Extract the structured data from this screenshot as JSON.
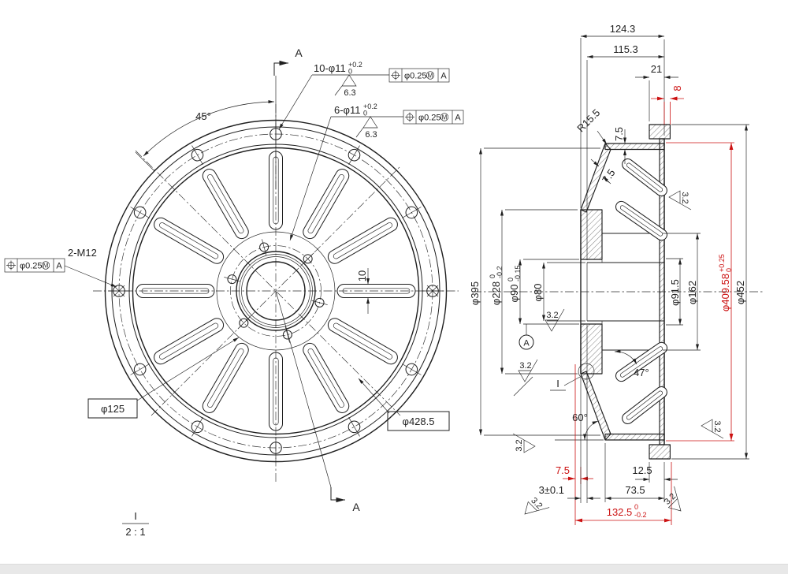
{
  "drawing": {
    "front_view": {
      "angle_45": "45°",
      "holes_outer": {
        "label": "10-φ11",
        "tol_up": "+0.2",
        "tol_dn": "0"
      },
      "holes_hub": {
        "label": "6-φ11",
        "tol_up": "+0.2",
        "tol_dn": "0"
      },
      "holes_m12": {
        "label": "2-M12"
      },
      "finish_6_3": "6.3",
      "gdt": {
        "tolerance": "φ0.25",
        "modifier": "M",
        "datum": "A"
      },
      "bolt_circle_hub": "φ125",
      "bolt_circle_outer": "φ428.5",
      "rib_width": "10",
      "section_label": "A",
      "detail_label": "I",
      "detail_scale": "2 : 1"
    },
    "section_view": {
      "width_overall": "124.3",
      "width_inner": "115.3",
      "flange_thickness": "21",
      "lip_offset": "8",
      "fillet": "R15.5",
      "web_thickness": "7.5",
      "cone_thickness": "7.5",
      "dia_395": "φ395",
      "dia_228": {
        "label": "φ228",
        "tol_up": "0",
        "tol_dn": "-0.2"
      },
      "dia_90": {
        "label": "φ90",
        "tol_up": "0",
        "tol_dn": "-0.15"
      },
      "dia_80": "φ80",
      "dia_91_5": "φ91.5",
      "dia_162": "φ162",
      "dia_409": {
        "label": "φ409.58",
        "tol_up": "+0.25",
        "tol_dn": "0"
      },
      "dia_452": "φ452",
      "angle_47": "47°",
      "angle_60": "60°",
      "offset_7_5": "7.5",
      "gap_3": "3±0.1",
      "depth_12_5": "12.5",
      "depth_73_5": "73.5",
      "width_132_5": {
        "label": "132.5",
        "tol_up": "0",
        "tol_dn": "-0.2"
      },
      "datum": "A",
      "finish_3_2": "3.2"
    },
    "colors": {
      "line": "#1f1f1f",
      "accent_red": "#cc1111",
      "background": "#ffffff"
    }
  }
}
